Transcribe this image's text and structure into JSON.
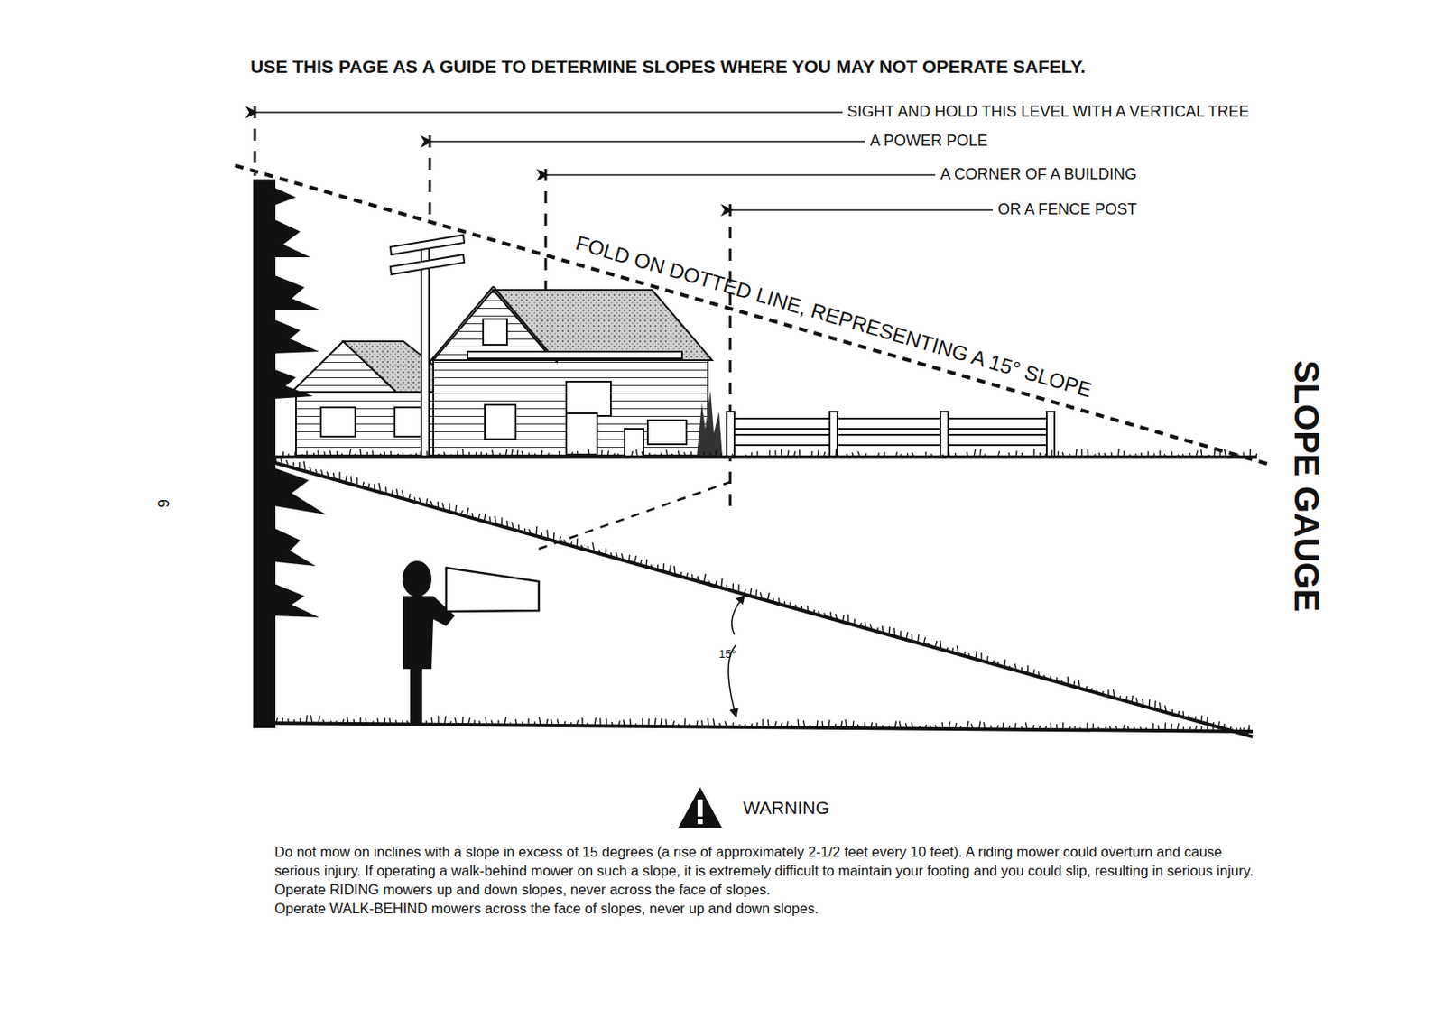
{
  "diagram": {
    "title": "USE THIS PAGE AS A GUIDE TO DETERMINE SLOPES WHERE YOU MAY NOT OPERATE SAFELY.",
    "labels": [
      "SIGHT AND HOLD THIS LEVEL WITH A VERTICAL TREE",
      "A POWER POLE",
      "A CORNER OF A BUILDING",
      "OR A FENCE POST",
      "FOLD ON DOTTED LINE, REPRESENTING A 15° SLOPE",
      "15°",
      "SLOPE GAUGE",
      "6",
      "WARNING",
      "Do not mow on inclines with a slope in excess of 15 degrees (a rise of approximately 2-1/2 feet every 10 feet). A riding mower could overturn and cause serious injury. If operating a walk-behind mower on such a slope, it is extremely difficult to maintain your footing and you could slip, resulting in serious injury.",
      "Operate RIDING mowers up and down slopes, never across the face of slopes.",
      "Operate WALK-BEHIND mowers across the face of slopes, never up and down slopes."
    ]
  }
}
